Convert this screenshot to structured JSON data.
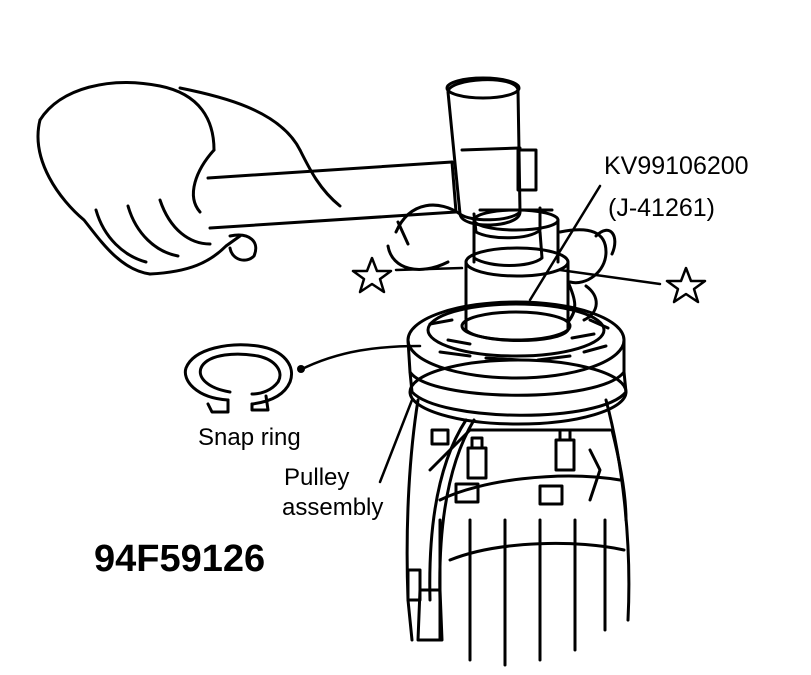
{
  "labels": {
    "tool_part_number": "KV99106200",
    "tool_alt_number": "(J-41261)",
    "snap_ring": "Snap ring",
    "pulley_line1": "Pulley",
    "pulley_line2": "assembly",
    "figure_code": "94F59126"
  },
  "icons": [
    "hand-icon",
    "hammer-icon",
    "star-icon",
    "snap-ring-icon",
    "pulley-icon",
    "compressor-icon",
    "wire-harness-icon"
  ],
  "colors": {
    "ink": "#000000",
    "paper": "#ffffff"
  }
}
